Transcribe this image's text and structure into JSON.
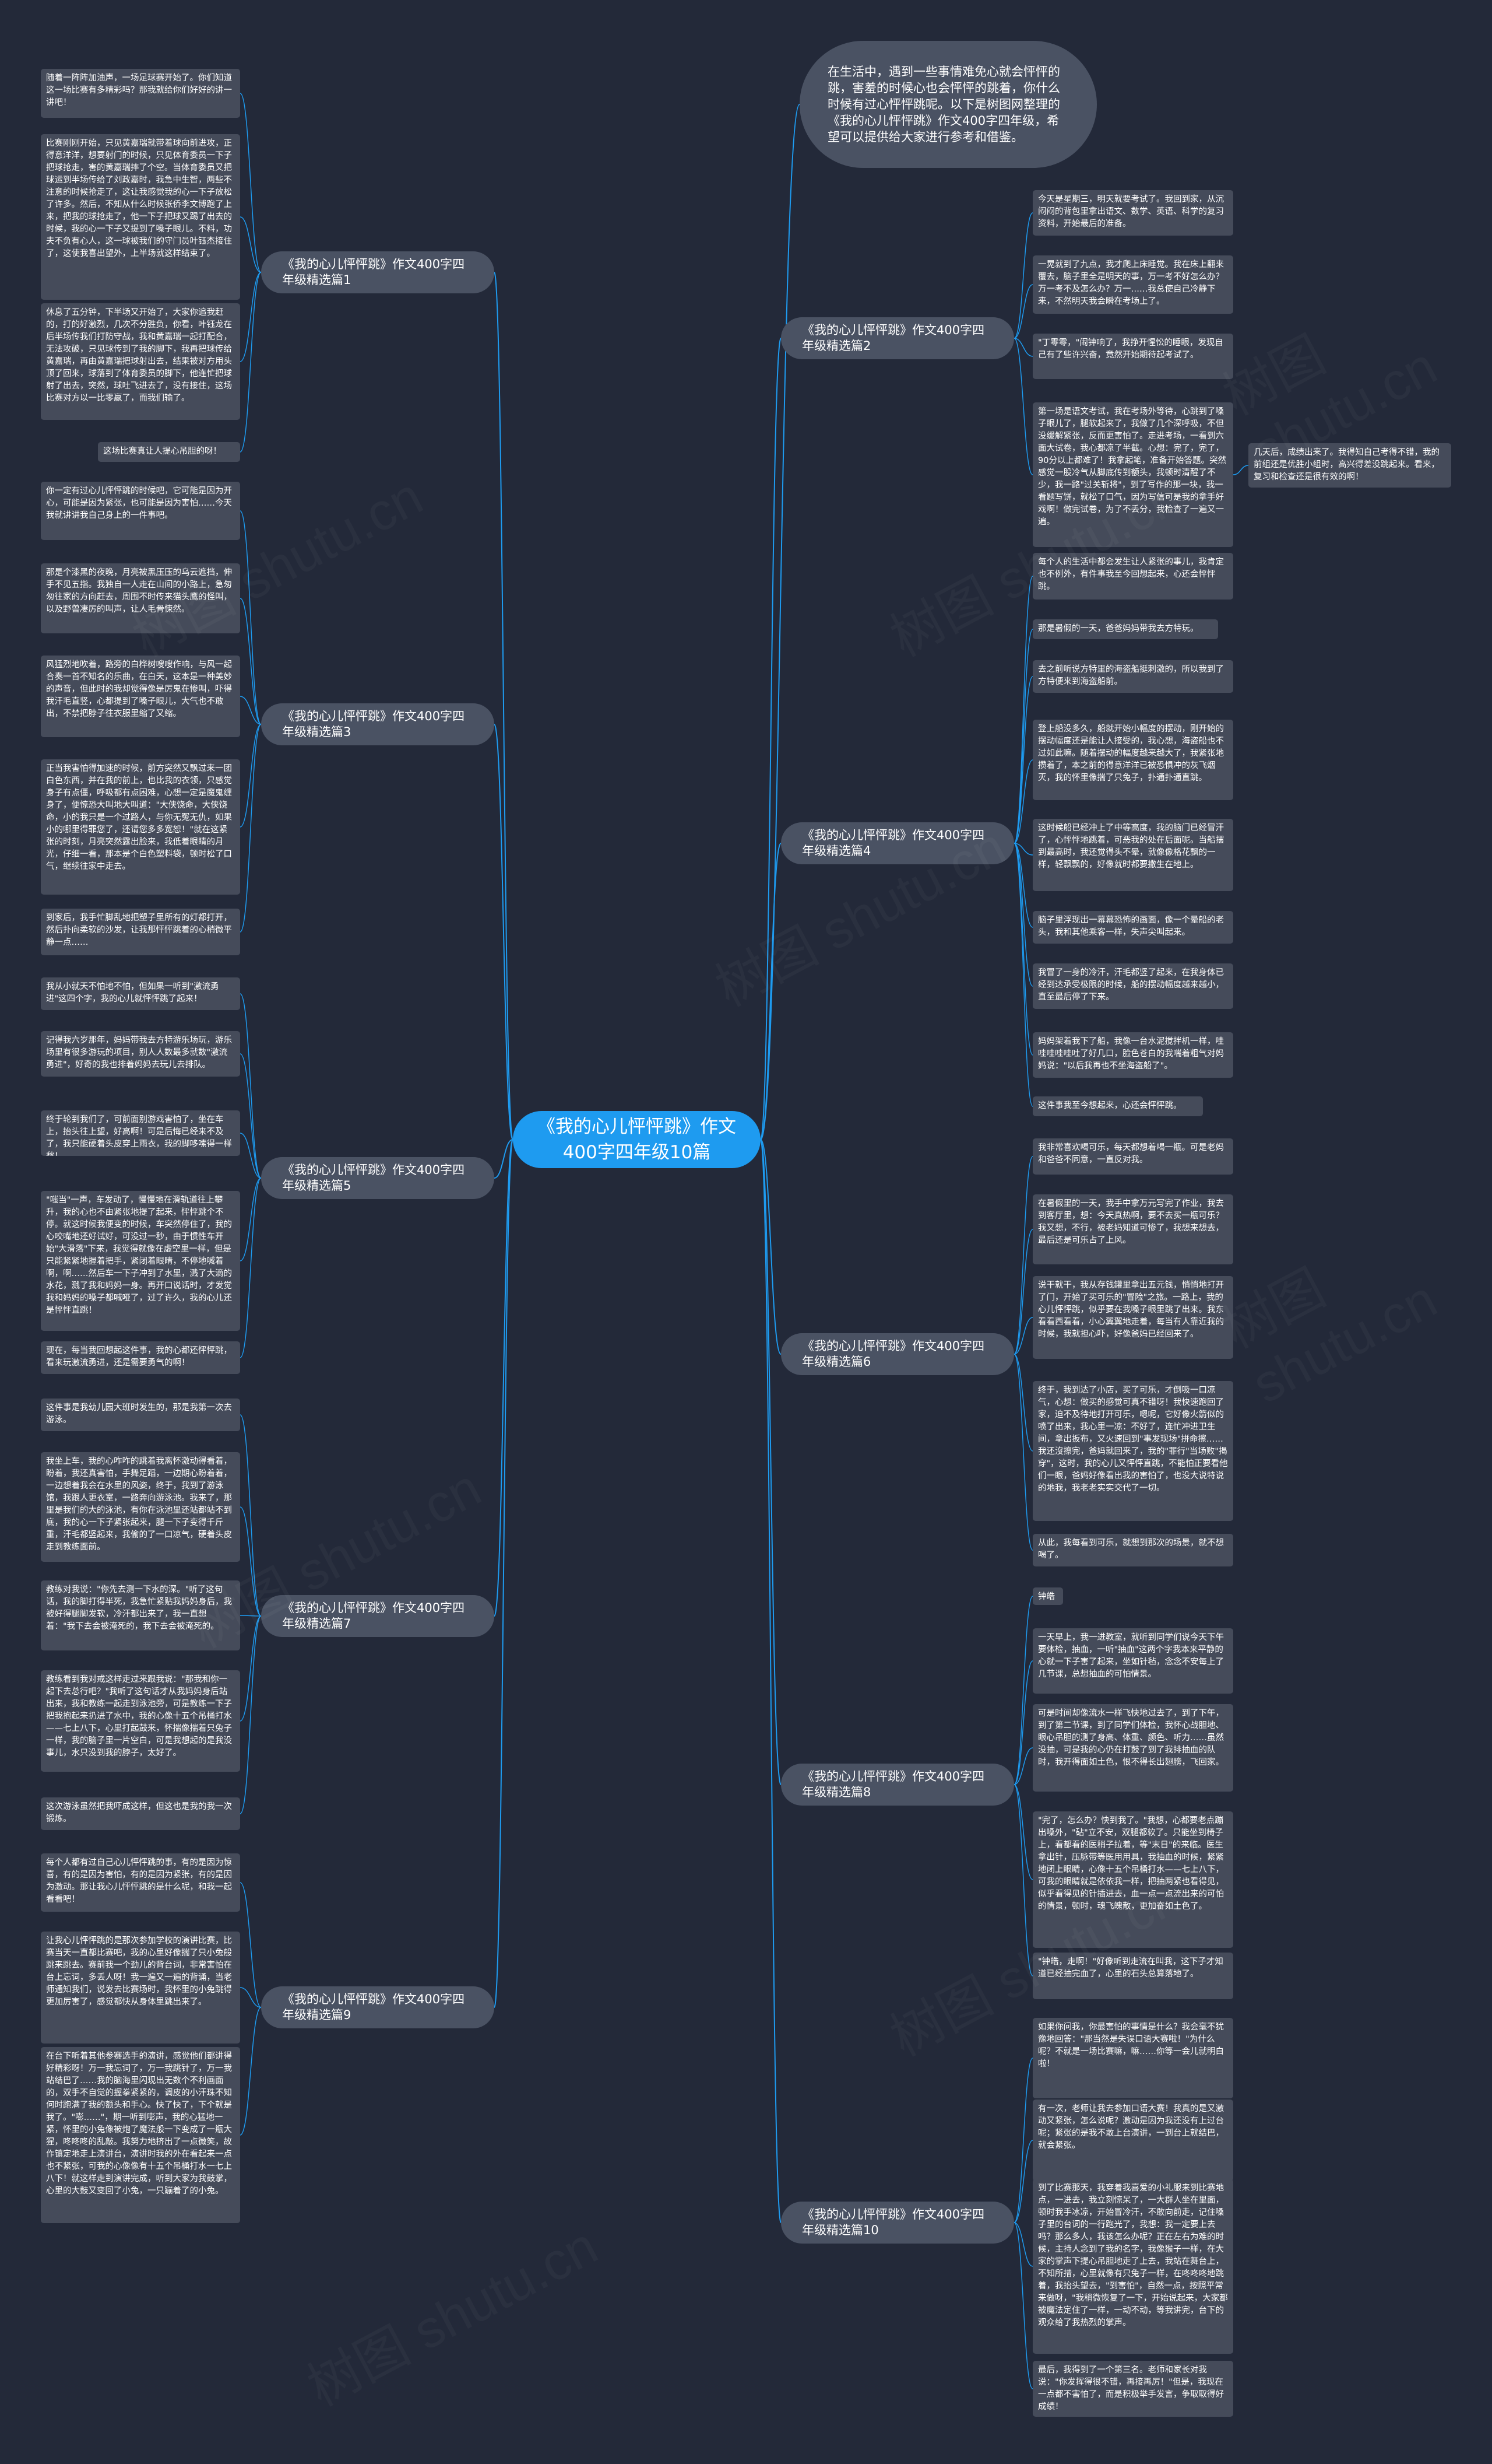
{
  "root": {
    "label": "《我的心儿怦怦跳》作文400字四年级10篇"
  },
  "intro": {
    "text": "在生活中，遇到一些事情难免心就会怦怦的跳，害羞的时候心也会怦怦的跳着，你什么时候有过心怦怦跳呢。以下是树图网整理的《我的心儿怦怦跳》作文400字四年级，希望可以提供给大家进行参考和借鉴。"
  },
  "watermark": "树图 shutu.cn",
  "branches": [
    {
      "label": "《我的心儿怦怦跳》作文400字四年级精选篇1",
      "leaves": [
        "随着一阵阵加油声，一场足球赛开始了。你们知道这一场比赛有多精彩吗？那我就给你们好好的讲一讲吧！",
        "比赛刚刚开始，只见黄嘉瑞就带着球向前进攻，正得意洋洋，想要射门的时候，只见体育委员一下子把球抢走，害的黄嘉瑞摔了个空。当体育委员又把球运到半场传给了刘政嘉时，我急中生智，两些不注意的时候抢走了，这让我感觉我的心一下子放松了许多。然后，不知从什么时候张侨李文博跑了上来，把我的球抢走了，他一下子把球又踢了出去的时候，我的心一下子又提到了嗓子眼儿。不料，功夫不负有心人，这一球被我们的守门员叶钰杰接住了，这使我喜出望外，上半场就这样结束了。",
        "休息了五分钟，下半场又开始了，大家你追我赶的，打的好激烈，几次不分胜负，你看，叶钰龙在后半场传我们打防守战，我和黄嘉瑞一起打配合，无法攻破，只见球传到了我的脚下，我再把球传给黄嘉瑞，再由黄嘉瑞把球射出去，结果被对方用头顶了回来，球落到了体育委员的脚下，他连忙把球射了出去，突然，球吐飞进去了，没有接住，这场比赛对方以一比零赢了，而我们输了。",
        "这场比赛真让人提心吊胆的呀！"
      ]
    },
    {
      "label": "《我的心儿怦怦跳》作文400字四年级精选篇2",
      "leaves": [
        "今天是星期三，明天就要考试了。我回到家，从沉闷闷的背包里拿出语文、数学、英语、科学的复习资料，开始最后的准备。",
        "一晃就到了九点，我才爬上床睡觉。我在床上翻来覆去，脑子里全是明天的事，万一考不好怎么办？万一考不及怎么办？万一……我总使自己冷静下来，不然明天我会瞬在考场上了。",
        "\"丁零零，\"闹钟响了，我挣开惺忪的睡眼，发现自己有了些许兴奋，竟然开始期待起考试了。",
        "第一场是语文考试，我在考场外等待，心跳到了嗓子眼儿了，腿软起来了，我做了几个深呼吸，不但没缓解紧张，反而更害怕了。走进考场，一看到六面大试卷，我心都凉了半截。心想：完了，完了，90分以上都难了！我拿起笔，准备开始答题。突然感觉一股冷气从脚底传到额头，我顿时清醒了不少，我一路\"过关斩将\"，到了写作的那一块，我一看题写饼，就松了口气，因为写信可是我的拿手好戏啊！做完试卷，为了不丢分，我检查了一遍又一遍。",
        "几天后，成绩出来了。我得知自己考得不错，我的前组还是优胜小组时，高兴得差没跳起来。看来，复习和检查还是很有效的啊！"
      ]
    },
    {
      "label": "《我的心儿怦怦跳》作文400字四年级精选篇3",
      "leaves": [
        "你一定有过心儿怦怦跳的时候吧，它可能是因为开心，可能是因为紧张，也可能是因为害怕……今天我就讲讲我自己身上的一件事吧。",
        "那是个漆黑的夜晚，月亮被黑压压的乌云遮挡，伸手不见五指。我独自一人走在山间的小路上，急匆匆往家的方向赶去，周围不时传来猫头鹰的怪叫，以及野兽凄厉的叫声，让人毛骨悚然。",
        "风猛烈地吹着，路旁的白桦树嗖嗖作响，与风一起合奏一首不知名的乐曲，在白天，这本是一种美妙的声音，但此时的我却觉得像是厉鬼在惨叫，吓得我汗毛直竖，心都提到了嗓子眼儿，大气也不敢出，不禁把脖子往衣服里缩了又缩。",
        "正当我害怕得加速的时候，前方突然又飘过来一团白色东西，并在我的前上，也比我的衣领，只感觉身子有点僵，呼吸都有点困难，心想一定是魔鬼缠身了，便惊恐大叫地大叫道：\"大侠饶命，大侠饶命，小的我只是一个过路人，与你无冤无仇，如果小的哪里得罪您了，还请您多多宽恕！\"就在这紧张的时刻，月亮突然露出脸来，我低着眼睛的月光，仔细一看，那本是个白色塑料袋，顿时松了口气，继续往家中走去。",
        "到家后，我手忙脚乱地把塑子里所有的灯都打开，然后扑向柔软的沙发，让我那怦怦跳着的心稍微平静一点……"
      ]
    },
    {
      "label": "《我的心儿怦怦跳》作文400字四年级精选篇4",
      "leaves": [
        "每个人的生活中都会发生让人紧张的事儿，我肯定也不例外，有件事我至今回想起来，心还会怦怦跳。",
        "那是暑假的一天，爸爸妈妈带我去方特玩。",
        "去之前听说方特里的海盗船挺刺激的，所以我到了方特便来到海盗船前。",
        "登上船没多久，船就开始小幅度的摆动，刚开始的摆动幅度还是能让人接受的，我心想，海盗船也不过如此嘛。随着摆动的幅度越来越大了，我紧张地攒着了，本之前的得意洋洋已被恐惧冲的灰飞烟灭，我的怀里像揣了只兔子，扑通扑通直跳。",
        "这时候船已经冲上了中等高度，我的脑门已经冒汗了，心怦怦地跳着，可恶我的处在后面呢。当船摆到最高时，我还觉得头不晕，就像像格花飘的一样，轻飘飘的，好像就时都要撒生在地上。",
        "脑子里浮现出一幕幕恐怖的画面，像一个晕船的老头，我和其他乘客一样，失声尖叫起来。",
        "我冒了一身的冷汗，汗毛都竖了起来，在我身体已经到达承受极限的时候，船的摆动幅度越来越小，直至最后停了下来。",
        "妈妈架着我下了船，我像一台水泥搅拌机一样，哇哇哇哇哇吐了好几口，脸色苍白的我喘着粗气对妈妈说：\"以后我再也不坐海盗船了\"。",
        "这件事我至今想起来，心还会怦怦跳。"
      ]
    },
    {
      "label": "《我的心儿怦怦跳》作文400字四年级精选篇5",
      "leaves": [
        "我从小就天不怕地不怕，但如果一听到\"激流勇进\"这四个字，我的心儿就怦怦跳了起来！",
        "记得我六岁那年，妈妈带我去方特游乐场玩，游乐场里有很多游玩的项目，别人人数最多就数\"激流勇进\"，好奇的我也排着妈妈去玩儿去排队。",
        "终于轮到我们了，可前面别游戏害怕了，坐在车上，抬头往上望，好高啊！可是后悔已经来不及了，我只能硬着头皮穿上雨衣，我的脚哆嗦得一样愁！",
        "\"嗤当\"一声，车发动了，慢慢地在滑轨道往上攀升，我的心也不由紧张地提了起来，怦怦跳个不停。就这时候我便变的时候，车突然停住了，我的心咬嘴地还好试好，可没过一秒，由于惯性车开始\"大滑落\"下来，我觉得就像在虚空里一样，但是只能紧紧地握着把手，紧闭着眼睛，不停地喊着啊，啊……然后车一下子冲到了水里，溅了大滴的水花，溅了我和妈妈一身。再开口说话时，才发觉我和妈妈的嗓子都喊哑了，过了许久，我的心儿还是怦怦直跳！",
        "现在，每当我回想起这件事，我的心都还怦怦跳，看来玩激流勇进，还是需要勇气的啊！"
      ]
    },
    {
      "label": "《我的心儿怦怦跳》作文400字四年级精选篇6",
      "leaves": [
        "我非常喜欢喝可乐，每天都想着喝一瓶。可是老妈和爸爸不同意，一直反对我。",
        "在暑假里的一天，我手中拿万元写完了作业，我去到客厅里，想：今天真热啊，要不去买一瓶可乐？我又想，不行，被老妈知道可惨了，我想来想去，最后还是可乐占了上风。",
        "说干就干，我从存钱罐里拿出五元钱，悄悄地打开了门，开始了买可乐的\"冒险\"之旅。一路上，我的心儿怦怦跳，似乎要在我嗓子眼里跳了出来。我东看看西看看，小心翼翼地走着，每当有人靠近我的时候，我就担心吓，好像爸妈已经回来了。",
        "终于，我到达了小店，买了可乐，才倒吸一口凉气，心想：做买的感觉可真不错呀！我快速跑回了家，迫不及待地打开可乐，嗯呢，它好像火箭似的喷了出来，我心里一凉：不好了，连忙冲进卫生间，拿出扳布，又火速回到\"事发现场\"拼命擦……我还沒擦完，爸妈就回来了，我的\"罪行\"当场败\"揭穿\"，这时，我的心儿又怦怦直跳，不能怕正要看他们一眼，爸妈好像看出我的害怕了，也没大说特说的地我，我老老实实交代了一切。",
        "从此，我每看到可乐，就想到那次的场景，就不想喝了。"
      ]
    },
    {
      "label": "《我的心儿怦怦跳》作文400字四年级精选篇7",
      "leaves": [
        "这件事是我幼儿园大班时发生的，那是我第一次去游泳。",
        "我坐上车，我的心咋咋的跳着我离怀激动得看着，盼着，我还真害怕，手舞足蹈，一边期心盼着着，一边想着我会在水里的风姿，终于，我到了游泳馆，我跟人更衣室，一路奔向游泳池。我来了，那里是我们的大的泳池，有你在泳池里还站都站不到底，我的心一下子紧张起来，腿一下子变得千斤重，汗毛都竖起来，我偷的了一口凉气，硬着头皮走到教练面前。",
        "教练对我说：\"你先去测一下水的深。\"听了这句话，我的脚打得半死，我急忙紧贴我妈妈身后，我被好得腿脚发软，冷汗都出来了，我一直想着：\"我下去会被淹死的，我下去会被淹死的。",
        "教练看到我对戒这样走过来跟我说：\"那我和你一起下去总行吧？\"我听了这句话才从我妈妈身后站出来，我和教练一起走到泳池旁，可是教练一下子把我抱起来扔进了水中，我的心像十五个吊桶打水——七上八下，心里打起鼓来，怀揣像揣着只兔子一样，我的脑子里一片空白，可是我想起的是我没事儿，水只没到我的脖子，太好了。",
        "这次游泳虽然把我吓成这样，但这也是我的我一次锻炼。"
      ]
    },
    {
      "label": "《我的心儿怦怦跳》作文400字四年级精选篇8",
      "leaves": [
        "钟皓",
        "一天早上，我一进教室，就听到同学们说今天下午要体检，抽血，一听\"抽血\"这两个字我本来平静的心就一下子害了起来，坐如针毡，念念不安每上了几节课，总想抽血的可怕情景。",
        "可是时间却像流水一样飞快地过去了，到了下午，到了第二节课，到了同学们体检，我怀心战胆地、眼心吊胆的测了身高、体重、颜色、听力……虽然没抽，可是我的心仍在打鼓了到了我排抽血的队时，我开得面如土色，恨不得长出翅膀，飞回家。",
        "\"完了，怎么办？快到我了。\"我想，心都要老点蹦出嗓外，\"砧\"立不安，双腿都软了。只能坐到椅子上，看都看的医稍子拉着，等\"末日\"的来临。医生拿出针，压脉带等医用用具，我抽血的时候，紧紧地闭上眼睛，心像十五个吊桶打水——七上八下，可我的眼睛就是依依我一样，把抽两紧也看得见，似乎看得见的针插进去，血一点一点流出来的可怕的情景，顿时，魂飞魄散，更加奋如土色了。",
        "\"钟皓，走啊！\"好像听到走流在叫我，这下子才知道已经抽完血了，心里的石头总算落地了。"
      ]
    },
    {
      "label": "《我的心儿怦怦跳》作文400字四年级精选篇9",
      "leaves": [
        "每个人都有过自己心儿怦怦跳的事，有的是因为惊喜，有的是因为害怕，有的是因为紧张，有的是因为激动。那让我心儿怦怦跳的是什么呢，和我一起看看吧！",
        "让我心儿怦怦跳的是那次参加学校的演讲比赛，比赛当天一直都比赛吧，我的心里好像揣了只小兔般跳来跳去。赛前我一个劲儿的背台词，非常害怕在台上忘词，多丢人呀！我一遍又一遍的背诵，当老师通知我们，说发去比赛场时，我怀里的小兔跳得更加厉害了，感觉都快从身体里跳出来了。",
        "在台下听着其他参赛选手的演讲，感觉他们都讲得好精彩呀！万一我忘词了，万一我跳针了，万一我站结巴了……我的脑海里闪现出无数个不利画面的，双手不自觉的握拳紧紧的，调皮的小汗珠不知何时跑满了我的额头和手心。快了快了，下个就是我了。\"嘭……\"，期一听到嘭声，我的心猛地一紧，怀里的小兔像被炮了魔法般一下变成了一瓶大猩，咚咚咚的乱敲。我努力地挤出了一点微笑，故作镇定地走上演讲台，演讲时我的外在看起来一点也不紧张，可我的心像像有十五个吊桶打水一七上八下！就这样走到演讲完成，听到大家为我鼓掌，心里的大鼓又变回了小兔，一只蹦着了的小兔。"
      ]
    },
    {
      "label": "《我的心儿怦怦跳》作文400字四年级精选篇10",
      "leaves": [
        "如果你问我，你最害怕的事情是什么？我会毫不犹豫地回答：\"那当然是失误口语大赛啦！\"为什么呢？不就是一场比赛嘛，嘛……你等一会儿就明白啦！",
        "有一次，老师让我去参加口语大赛！我真的是又激动又紧张，怎么说呢？激动是因为我还没有上过台呢；紧张的是我不敢上台演讲，一到台上就结巴，就会紧张。",
        "到了比赛那天，我穿着我喜爱的小礼服来到比赛地点，一进去，我立刻惊呆了，一大群人坐在里面，顿时我手冰凉，开始冒冷汗，不敢向前走，记住嗓子里的台词的一行跑光了，我想：我一定要上去吗？那么多人，我该怎么办呢？正在左右为难的时候，主持人念到了我的名字，我像猴子一样，在大家的掌声下提心吊胆地走了上去，我站在舞台上，不知所措，心里就像有只兔子一样，在咚咚咚地跳着，我抬头望去，\"到害怕\"，自然一点，按照平常来做呀，\"我稍微恢复了一下，开始说起来，大家都被魔法定住了一样，一动不动，等我讲完，台下的观众给了我热烈的掌声。",
        "最后，我得到了一个第三名。老师和家长对我说：\"你发挥得很不错，再接再厉！\"但是，我现在一点都不害怕了，而是积极举手发言，争取取得好成绩！"
      ]
    }
  ]
}
